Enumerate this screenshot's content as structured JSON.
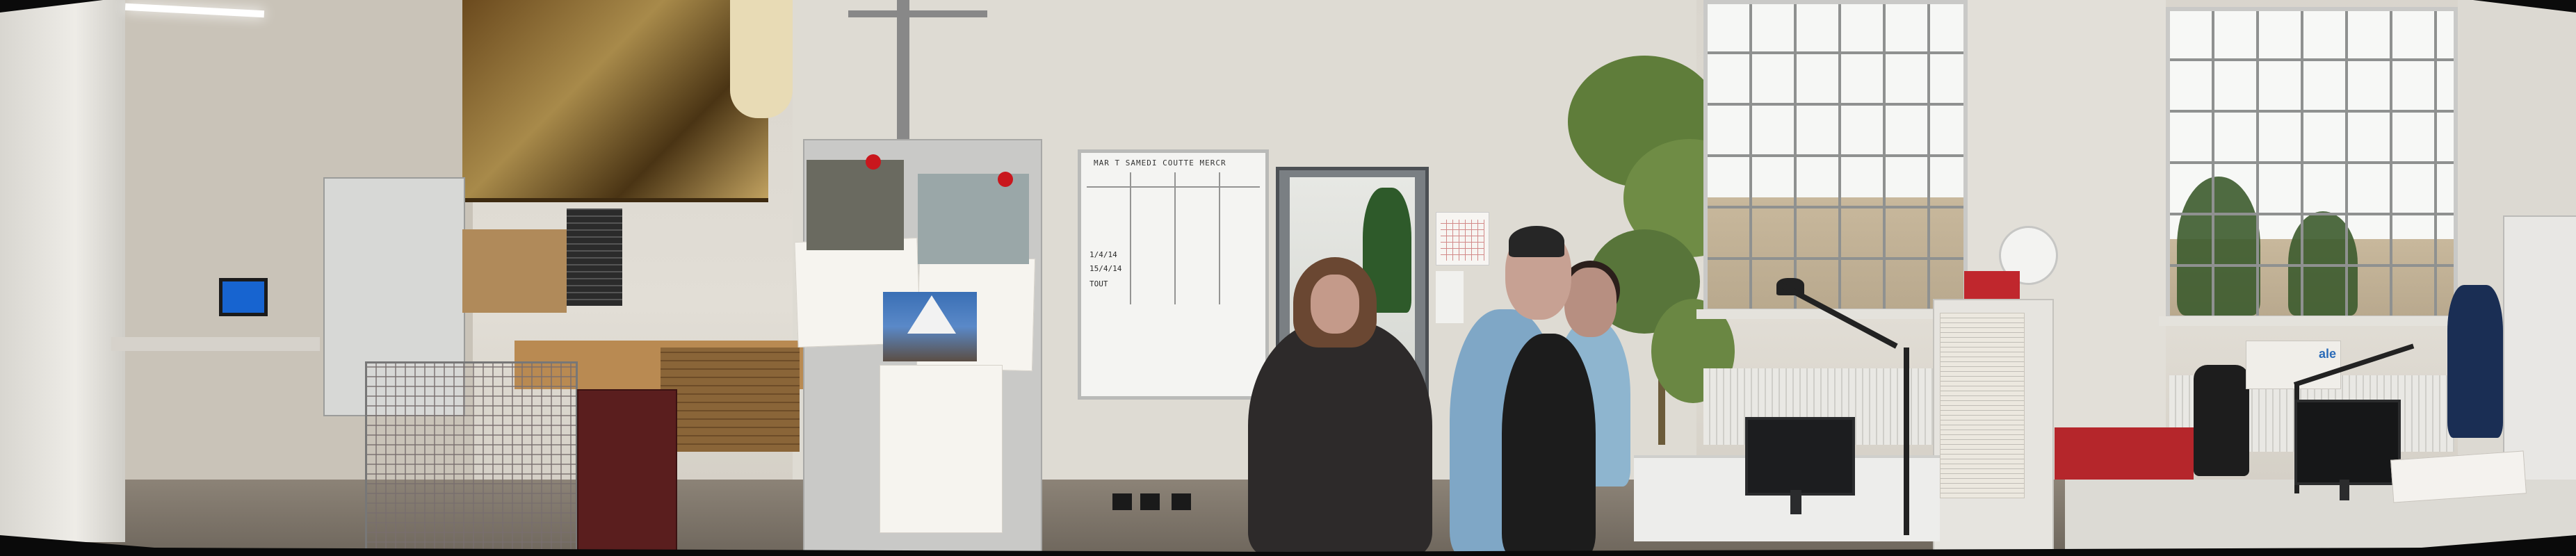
{
  "scene": {
    "description_label": "",
    "whiteboard": {
      "header": "MAR T  SAMEDI  COUTTE  MERCR",
      "notes": [
        "1/4/14",
        "15/4/14",
        "TOUT"
      ]
    },
    "sign": {
      "text": "ale"
    }
  }
}
